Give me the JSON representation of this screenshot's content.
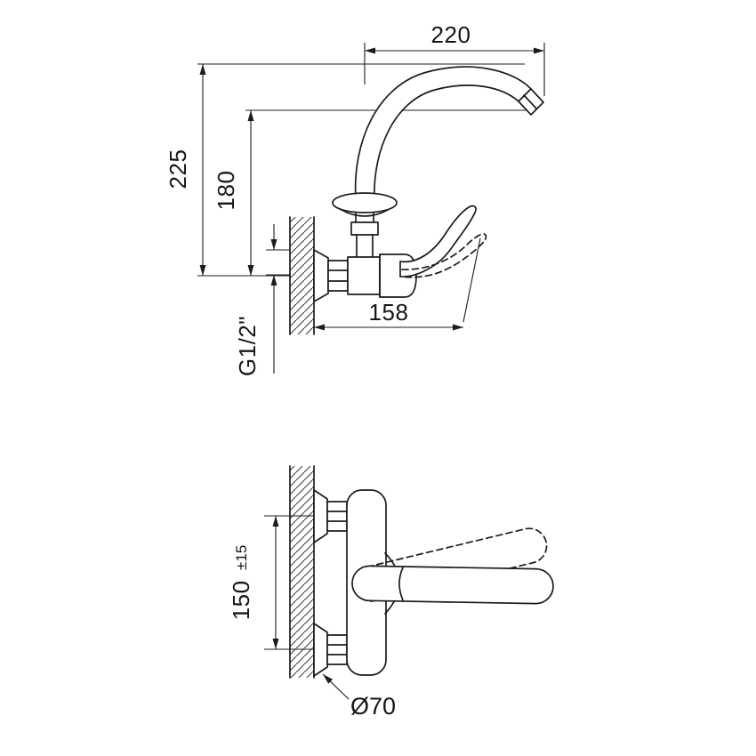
{
  "colors": {
    "line": "#1c1c1c",
    "background": "#ffffff"
  },
  "top_view": {
    "dim_spout_reach": "220",
    "dim_total_height": "225",
    "dim_spout_height": "180",
    "dim_body_depth": "158",
    "thread_label": "G1/2\""
  },
  "bottom_view": {
    "dim_mount_distance": "150",
    "dim_mount_tolerance": "±15",
    "dim_flange_diameter": "Ø70"
  }
}
